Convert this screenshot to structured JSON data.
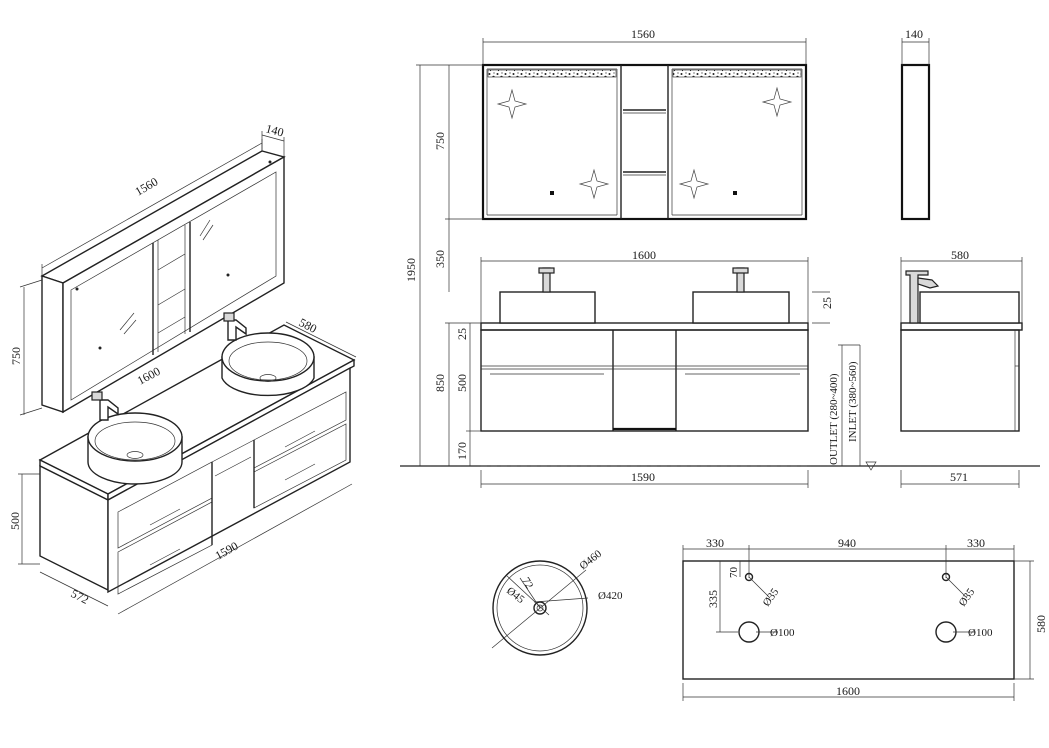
{
  "iso_view": {
    "cabinet_width": "1560",
    "cabinet_depth": "140",
    "cabinet_height": "750",
    "counter_width": "1600",
    "counter_depth": "580",
    "vanity_width": "1590",
    "vanity_depth": "572",
    "vanity_height": "500"
  },
  "front_view": {
    "cabinet_width": "1560",
    "cabinet_height": "750",
    "gap": "350",
    "total_height": "1950",
    "counter_width": "1600",
    "basin_rim": "25",
    "counter_thickness": "25",
    "mount_height": "850",
    "drawer_height": "500",
    "floor_clearance": "170",
    "vanity_width": "1590",
    "outlet_label": "OUTLET (280~400)",
    "inlet_label": "INLET (380~560)"
  },
  "side_view": {
    "cabinet_depth": "140",
    "counter_depth": "580",
    "vanity_depth": "571"
  },
  "basin_detail": {
    "outer_diameter": "Ø460",
    "inner_diameter": "Ø420",
    "drain_diameter": "Ø45",
    "depth": "72"
  },
  "top_view": {
    "edge_left": "330",
    "center_spacing": "940",
    "edge_right": "330",
    "tap_offset": "70",
    "tap_depth": "335",
    "tap_hole_left": "Ø35",
    "tap_hole_right": "Ø35",
    "drain_left": "Ø100",
    "drain_right": "Ø100",
    "depth": "580",
    "width": "1600"
  }
}
